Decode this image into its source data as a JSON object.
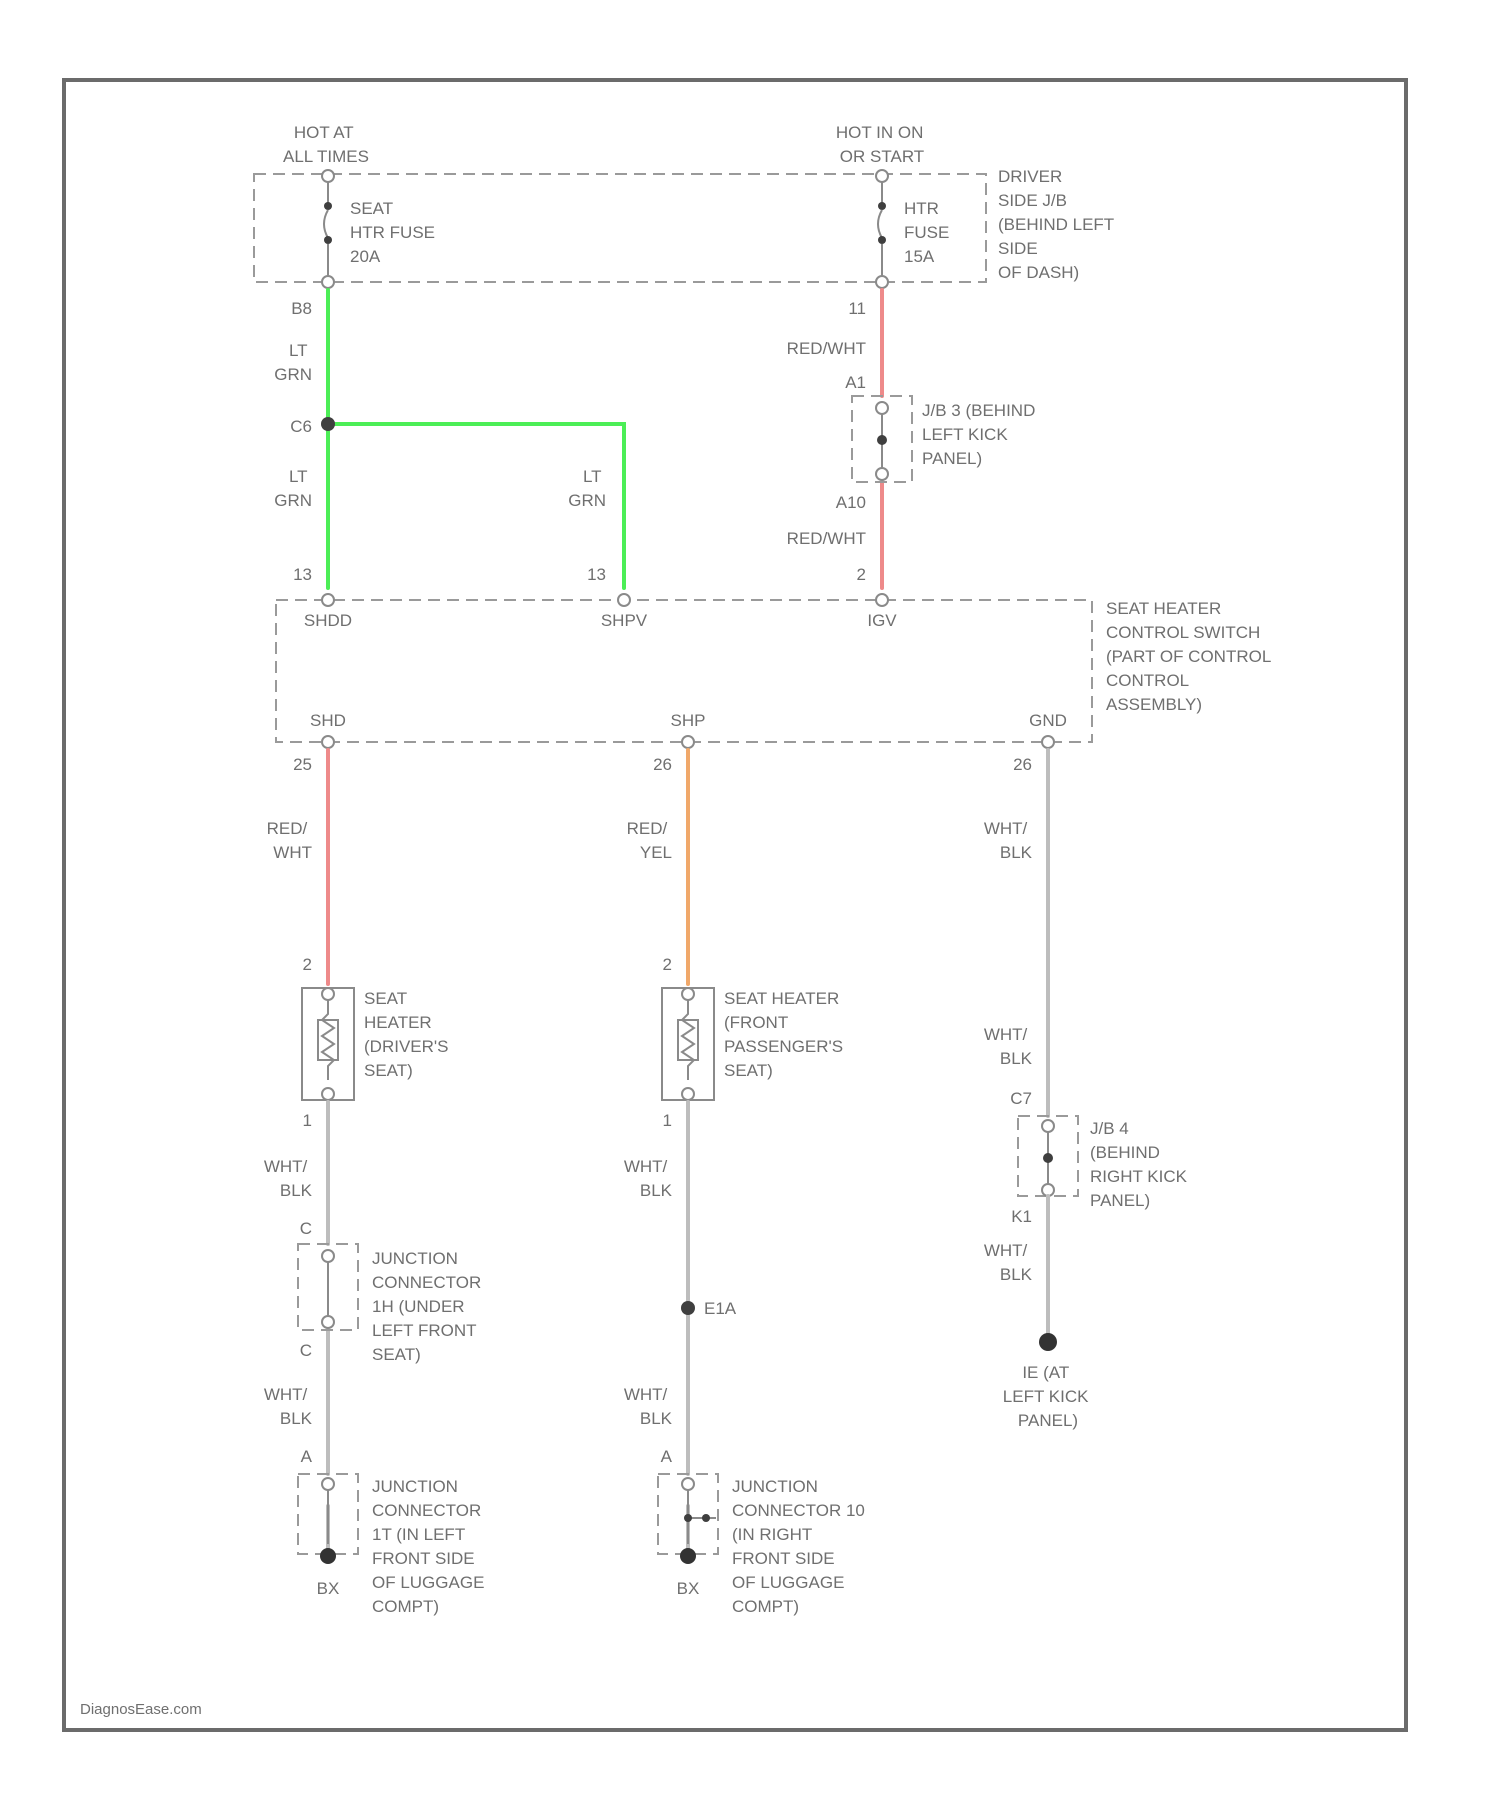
{
  "colors": {
    "lt_grn": "#4cee56",
    "red_wht": "#ee8a8a",
    "red_yel": "#f0a86a",
    "wht_blk": "#bdbdbd"
  },
  "power": {
    "hot_at_all_times": [
      "HOT AT",
      "ALL TIMES"
    ],
    "hot_in_on": [
      "HOT IN ON",
      "OR START"
    ],
    "seat_htr_fuse": [
      "SEAT",
      "HTR FUSE",
      "20A"
    ],
    "htr_fuse": [
      "HTR",
      "FUSE",
      "15A"
    ],
    "driver_jb": [
      "DRIVER",
      "SIDE J/B",
      "(BEHIND LEFT",
      "SIDE",
      "OF DASH)"
    ]
  },
  "pins": {
    "p_b8": "B8",
    "p_11": "11",
    "p_c6": "C6",
    "p_a1": "A1",
    "p_a10": "A10",
    "p_13a": "13",
    "p_13b": "13",
    "p_2a": "2",
    "p_25": "25",
    "p_26a": "26",
    "p_26b": "26",
    "p_2b": "2",
    "p_2c": "2",
    "p_1a": "1",
    "p_1b": "1",
    "p_ca": "C",
    "p_cb": "C",
    "p_aa": "A",
    "p_ab": "A",
    "p_c7": "C7",
    "p_k1": "K1"
  },
  "wires": {
    "lt_grn": [
      "LT",
      "GRN"
    ],
    "red_wht_upper": "RED/WHT",
    "red_wht": [
      "RED/",
      "WHT"
    ],
    "red_yel": [
      "RED/",
      "YEL"
    ],
    "wht_blk": [
      "WHT/",
      "BLK"
    ]
  },
  "jb3": [
    "J/B 3 (BEHIND",
    "LEFT KICK",
    "PANEL)"
  ],
  "jb4": [
    "J/B 4",
    "(BEHIND",
    "RIGHT KICK",
    "PANEL)"
  ],
  "control_switch": {
    "label": [
      "SEAT HEATER",
      "CONTROL SWITCH",
      "(PART OF CONTROL",
      "CONTROL",
      "ASSEMBLY)"
    ],
    "pin_shdd": "SHDD",
    "pin_shpv": "SHPV",
    "pin_igv": "IGV",
    "pin_shd": "SHD",
    "pin_shp": "SHP",
    "pin_gnd": "GND"
  },
  "heaters": {
    "driver": [
      "SEAT",
      "HEATER",
      "(DRIVER'S",
      "SEAT)"
    ],
    "passenger": [
      "SEAT HEATER",
      "(FRONT",
      "PASSENGER'S",
      "SEAT)"
    ]
  },
  "junctions": {
    "jc_left_seat": [
      "JUNCTION",
      "CONNECTOR",
      "1H (UNDER",
      "LEFT FRONT",
      "SEAT)"
    ],
    "jc_left_luggage": [
      "JUNCTION",
      "CONNECTOR",
      "1T (IN LEFT",
      "FRONT SIDE",
      "OF LUGGAGE",
      "COMPT)"
    ],
    "jc_right_luggage": [
      "JUNCTION",
      "CONNECTOR 10",
      "(IN RIGHT",
      "FRONT SIDE",
      "OF LUGGAGE",
      "COMPT)"
    ]
  },
  "splice": "E1A",
  "grounds": {
    "bx_left": "BX",
    "bx_right": "BX",
    "ie": [
      "IE (AT",
      "LEFT KICK",
      "PANEL)"
    ]
  },
  "watermark": "DiagnosEase.com"
}
